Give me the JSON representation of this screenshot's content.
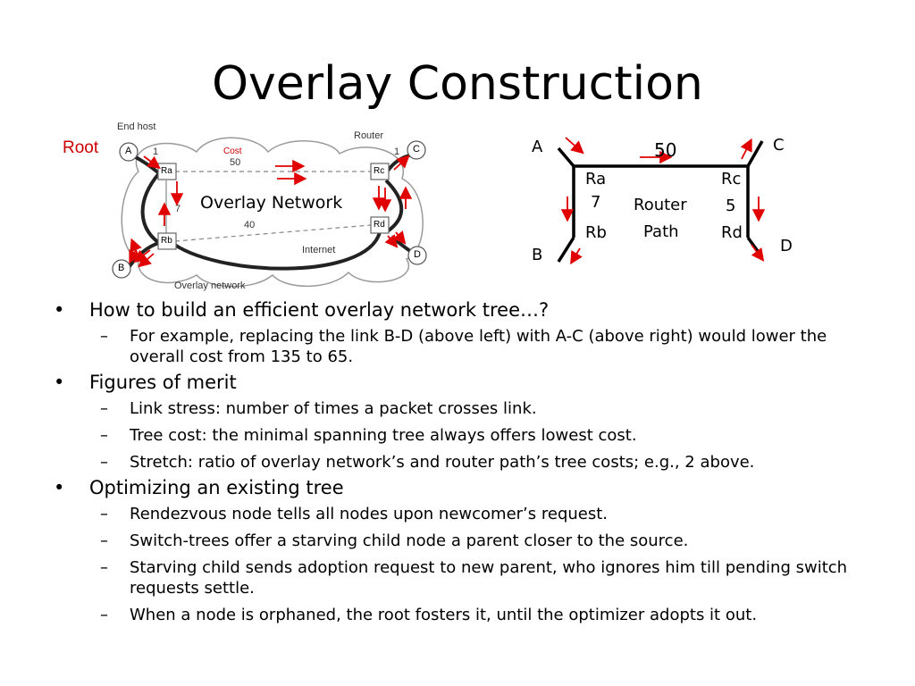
{
  "title": "Overlay Construction",
  "left_figure": {
    "root_label": "Root",
    "end_host_label": "End host",
    "router_label": "Router",
    "cost_label": "Cost",
    "cost_50": "50",
    "cost_40": "40",
    "cost_7": "7",
    "cost_1_left": "1",
    "cost_1_right": "1",
    "overlay_network_label": "Overlay Network",
    "internet_label": "Internet",
    "caption": "Overlay network",
    "nodes": [
      "A",
      "B",
      "C",
      "D"
    ],
    "routers": [
      "Ra",
      "Rb",
      "Rc",
      "Rd"
    ]
  },
  "right_figure": {
    "nodes": [
      "A",
      "B",
      "C",
      "D"
    ],
    "cost_top": "50",
    "ra": "Ra",
    "rb": "Rb",
    "rc": "Rc",
    "rd": "Rd",
    "cost_left": "7",
    "cost_right": "5",
    "router_line1": "Router",
    "router_line2": "Path"
  },
  "colors": {
    "arrow": "#e00000",
    "root": "#cc0000"
  },
  "bullets": [
    {
      "text": "How to build an efficient overlay network tree…?",
      "sub": [
        "For example, replacing the link B-D (above left) with A-C (above right) would lower the overall cost from 135 to 65."
      ]
    },
    {
      "text": "Figures of merit",
      "sub": [
        "Link stress: number of times a packet crosses link.",
        "Tree cost: the minimal spanning tree always offers lowest cost.",
        "Stretch: ratio of overlay network’s and router path’s tree costs; e.g., 2 above."
      ]
    },
    {
      "text": "Optimizing an existing tree",
      "sub": [
        "Rendezvous node tells all nodes upon newcomer’s request.",
        "Switch-trees offer a starving child node a parent closer to the source.",
        "Starving child sends adoption request to new parent, who ignores him till pending switch requests settle.",
        "When a node is orphaned, the root fosters it, until the optimizer adopts it out."
      ]
    }
  ]
}
